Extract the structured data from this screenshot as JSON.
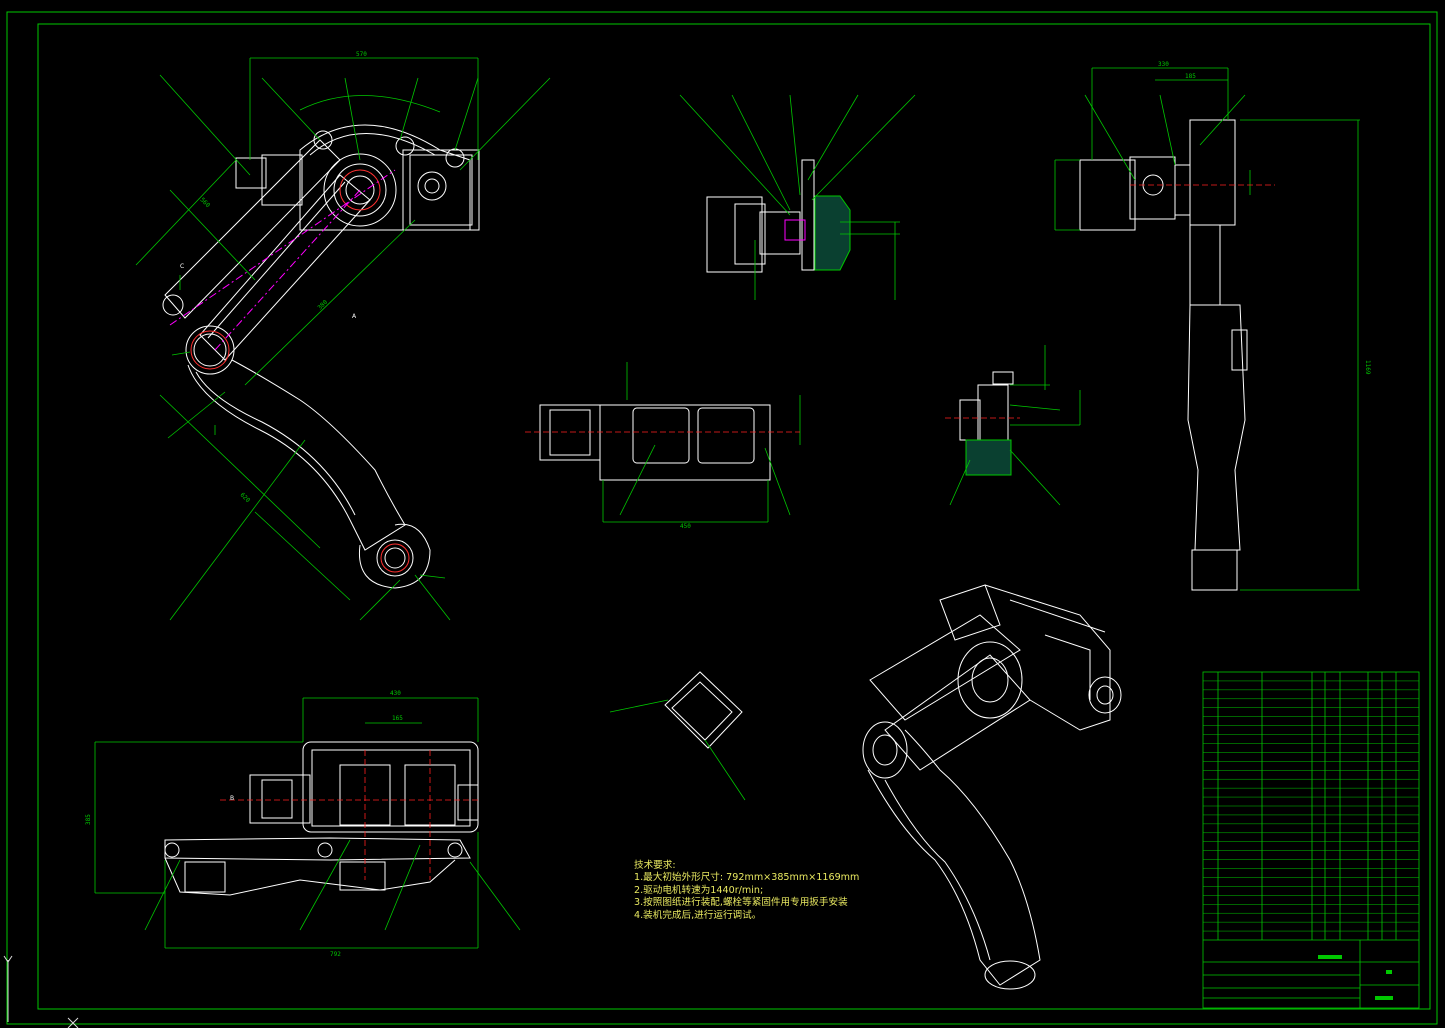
{
  "notes": {
    "heading": "技术要求:",
    "items": [
      "1.最大初始外形尺寸: 792mm×385mm×1169mm",
      "2.驱动电机转速为1440r/min;",
      "3.按照图纸进行装配,螺栓等紧固件用专用扳手安装",
      "4.装机完成后,进行运行调试。"
    ]
  },
  "dimensions": {
    "front_top": "570",
    "front_diag": "560",
    "front_inner": "380",
    "front_lower": "620",
    "bottom_width": "792",
    "bottom_top": "430",
    "bottom_mid": "165",
    "bottom_height": "385",
    "side_width": "330",
    "side_half": "185",
    "side_height": "1169",
    "mid_width": "450"
  },
  "section_marks": {
    "a": "A",
    "b": "B",
    "c": "C"
  },
  "colors": {
    "background": "#000000",
    "frame": "#00c800",
    "part": "#ffffff",
    "dimension": "#00c800",
    "center": "#ff00ff",
    "hidden": "#ff2020",
    "bolt": "#ffff00"
  }
}
